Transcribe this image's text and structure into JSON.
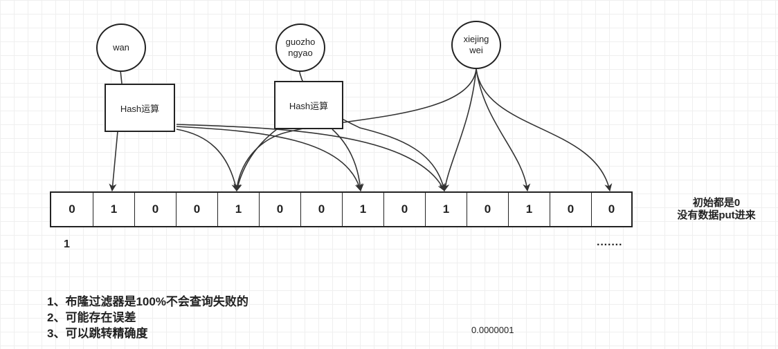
{
  "nodes": {
    "wan": "wan",
    "guozhongyao": "guozho\nngyao",
    "xiejingwei": "xiejing\nwei"
  },
  "hash_boxes": [
    "Hash运算",
    "Hash运算"
  ],
  "bit_array": [
    "0",
    "1",
    "0",
    "0",
    "1",
    "0",
    "0",
    "1",
    "0",
    "1",
    "0",
    "1",
    "0",
    "0"
  ],
  "index_label": "1",
  "ellipsis": "·······",
  "init_note": {
    "line1": "初始都是0",
    "line2": "没有数据put进来"
  },
  "notes": [
    "1、布隆过滤器是100%不会查询失败的",
    "2、可能存在误差",
    "3、可以跳转精确度"
  ],
  "precision_value": "0.0000001"
}
